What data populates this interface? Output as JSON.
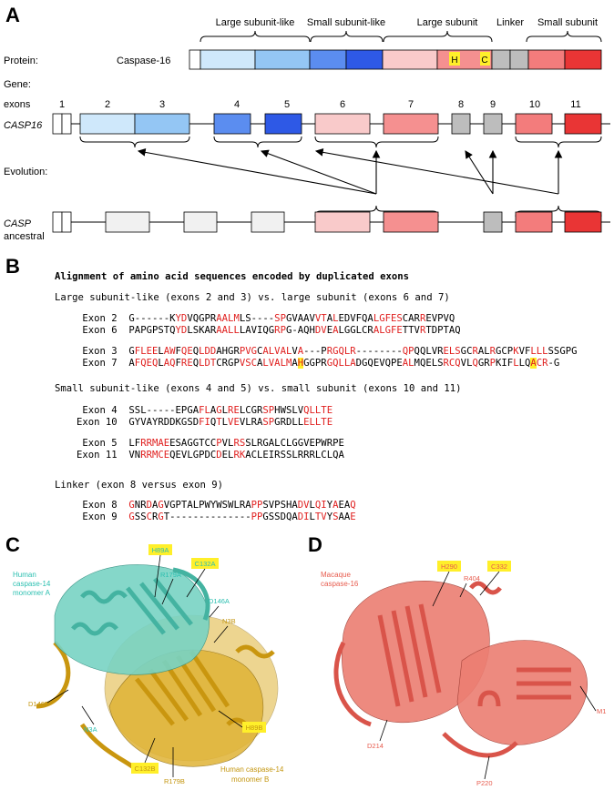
{
  "panelA": {
    "letter": "A",
    "section_labels": [
      "Large subunit-like",
      "Small subunit-like",
      "Large subunit",
      "Linker",
      "Small subunit"
    ],
    "protein_label": "Protein:",
    "protein_name": "Caspase-16",
    "residue_H": "H",
    "residue_C": "C",
    "gene_label": "Gene:",
    "exons_label": "exons",
    "exon_numbers": [
      "1",
      "2",
      "3",
      "4",
      "5",
      "6",
      "7",
      "8",
      "9",
      "10",
      "11"
    ],
    "gene_name": "CASP16",
    "evolution_label": "Evolution:",
    "ancestral_gene": "CASP",
    "ancestral_sub": "ancestral"
  },
  "panelB": {
    "letter": "B",
    "title": "Alignment of amino acid sequences encoded by duplicated exons",
    "groups": [
      {
        "heading": "Large subunit-like (exons 2 and 3) vs. large subunit (exons 6 and 7)",
        "blocks": [
          [
            {
              "label": "Exon 2",
              "seq": "G------KYDVQGPRAALMLS----SPGVAAVVTALEDVFQALGFESCARREVPVQ",
              "red": "00000000110000011110000001100000110100000011111000100000001"
            },
            {
              "label": "Exon 6",
              "seq": "PAPGPSTQYDLSKARAALLLAVIQGRPG-AQHDVEALGGLCRALGFETTVRTDPTAQ",
              "red": "00000000110000011110000001100000110100000011111000100000001"
            }
          ],
          [
            {
              "label": "Exon 3",
              "seq": "GFLEELAWFQEQLDDAHGRPVGCALVALVA---PRGQLR--------QPQQLVRELSGCRALRGCPKVFLLLSSGPG",
              "red": "0111101101101110000111011111010000111110000000011000001110010010001001110000001"
            },
            {
              "label": "Exon 7",
              "seq": "AFQEQLAQFREQLDTCRGPVSCALVALMAHGGPRGQLLADGQEVQPEALMQELSRCQVLQGRPKIFLLQACR-G",
              "red": "0111101101101110000111011111010000111110000000011000001110010010001001110000001",
              "yellow": [
                29,
                69
              ]
            }
          ]
        ]
      },
      {
        "heading": "Small subunit-like (exons 4 and 5) vs. small subunit (exons 10 and 11)",
        "blocks": [
          [
            {
              "label": "Exon 4",
              "seq": "SSL-----EPGAFLAGLRELCGRSPHWSLVQLLTE",
              "red": "00000000000011010110000110000011111"
            },
            {
              "label": "Exon 10",
              "seq": "GYVAYRDDKGSDFIQTLVEVLRASPGRDLLELLTE",
              "red": "00000000000011010110000110000011111"
            }
          ],
          [
            {
              "label": "Exon 5",
              "seq": "LFRRMAEESAGGTCCPVLRSSLRGALCLGGVEPWRPE",
              "red": "001111100000000100110000000000000000"
            },
            {
              "label": "Exon 11",
              "seq": "VNRRMCEQEVLGPDCDELRKACLEIRSSLRRRLCLQA",
              "red": "001111100000000100110000000000000000"
            }
          ]
        ]
      },
      {
        "heading": "Linker (exon 8 versus exon 9)",
        "blocks": [
          [
            {
              "label": "Exon 8",
              "seq": "GNRDAGVGPTALPWYWSWLRAPPSVPSHADVLQIYAEAQ",
              "red": "100101000000000000000110000001101101001"
            },
            {
              "label": "Exon 9",
              "seq": "GSSCRGT--------------PPGSSDQADILTVYSAAE",
              "red": "100101000000000000000110000001101101001"
            }
          ]
        ]
      }
    ]
  },
  "panelC": {
    "letter": "C",
    "title_a": "Human caspase-14 monomer A",
    "title_b": "Human caspase-14 monomer B",
    "labels": {
      "h89a": "H89A",
      "c132a": "C132A",
      "r179a": "R179A",
      "d146a": "D146A",
      "n3b": "N3B",
      "d146b": "D146B",
      "n3a": "N3A",
      "h89b": "H89B",
      "c132b": "C132B",
      "r179b": "R179B"
    }
  },
  "panelD": {
    "letter": "D",
    "title": "Macaque caspase-16",
    "labels": {
      "h290": "H290",
      "c332": "C332",
      "r404": "R404",
      "m1": "M1",
      "d214": "D214",
      "p220": "P220"
    }
  }
}
